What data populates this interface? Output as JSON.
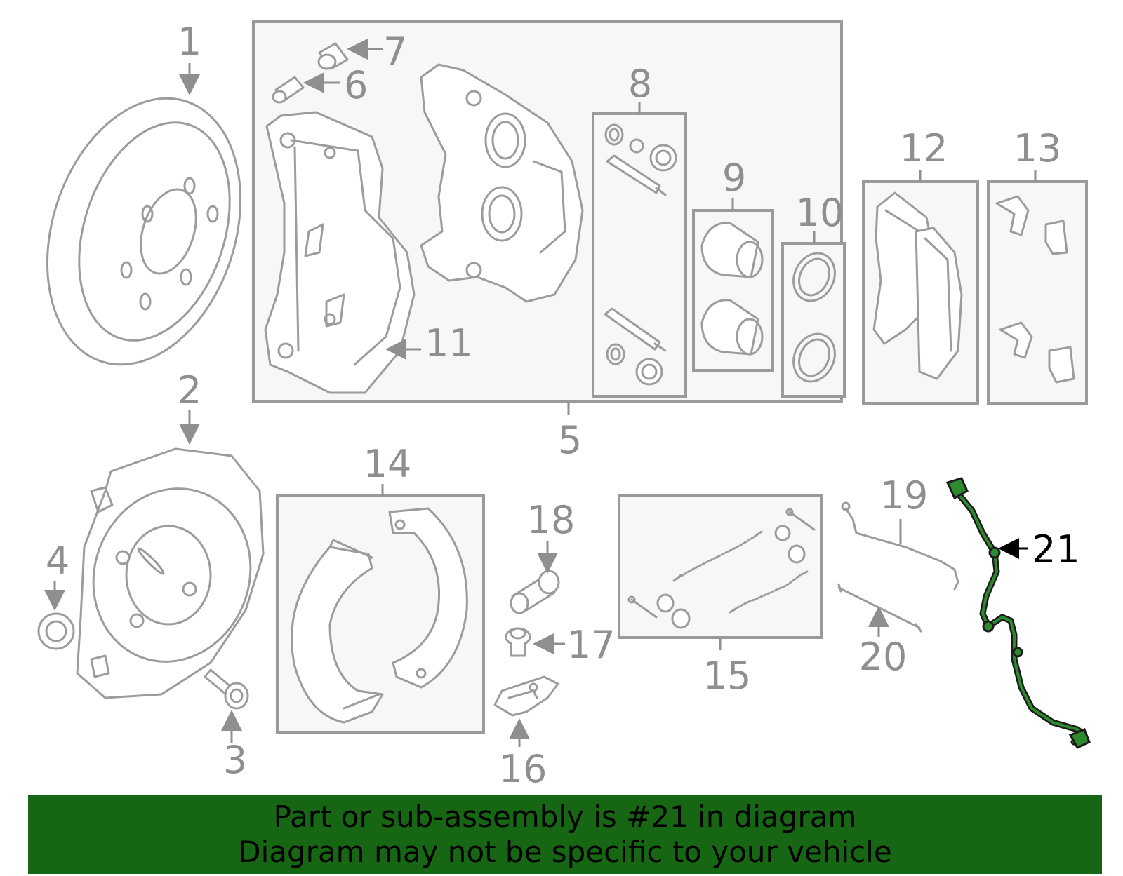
{
  "labels": {
    "p1": "1",
    "p2": "2",
    "p3": "3",
    "p4": "4",
    "p5": "5",
    "p6": "6",
    "p7": "7",
    "p8": "8",
    "p9": "9",
    "p10": "10",
    "p11": "11",
    "p12": "12",
    "p13": "13",
    "p14": "14",
    "p15": "15",
    "p16": "16",
    "p17": "17",
    "p18": "18",
    "p19": "19",
    "p20": "20",
    "p21": "21"
  },
  "highlight_part": "21",
  "colors": {
    "line_gray": "#9c9c9c",
    "label_gray": "#8f8f8f",
    "banner_green": "#166614",
    "sensor_green": "#2e8a2e"
  },
  "banner": {
    "line1": "Part or sub-assembly is #21 in diagram",
    "line2": "Diagram may not be specific to your vehicle"
  }
}
